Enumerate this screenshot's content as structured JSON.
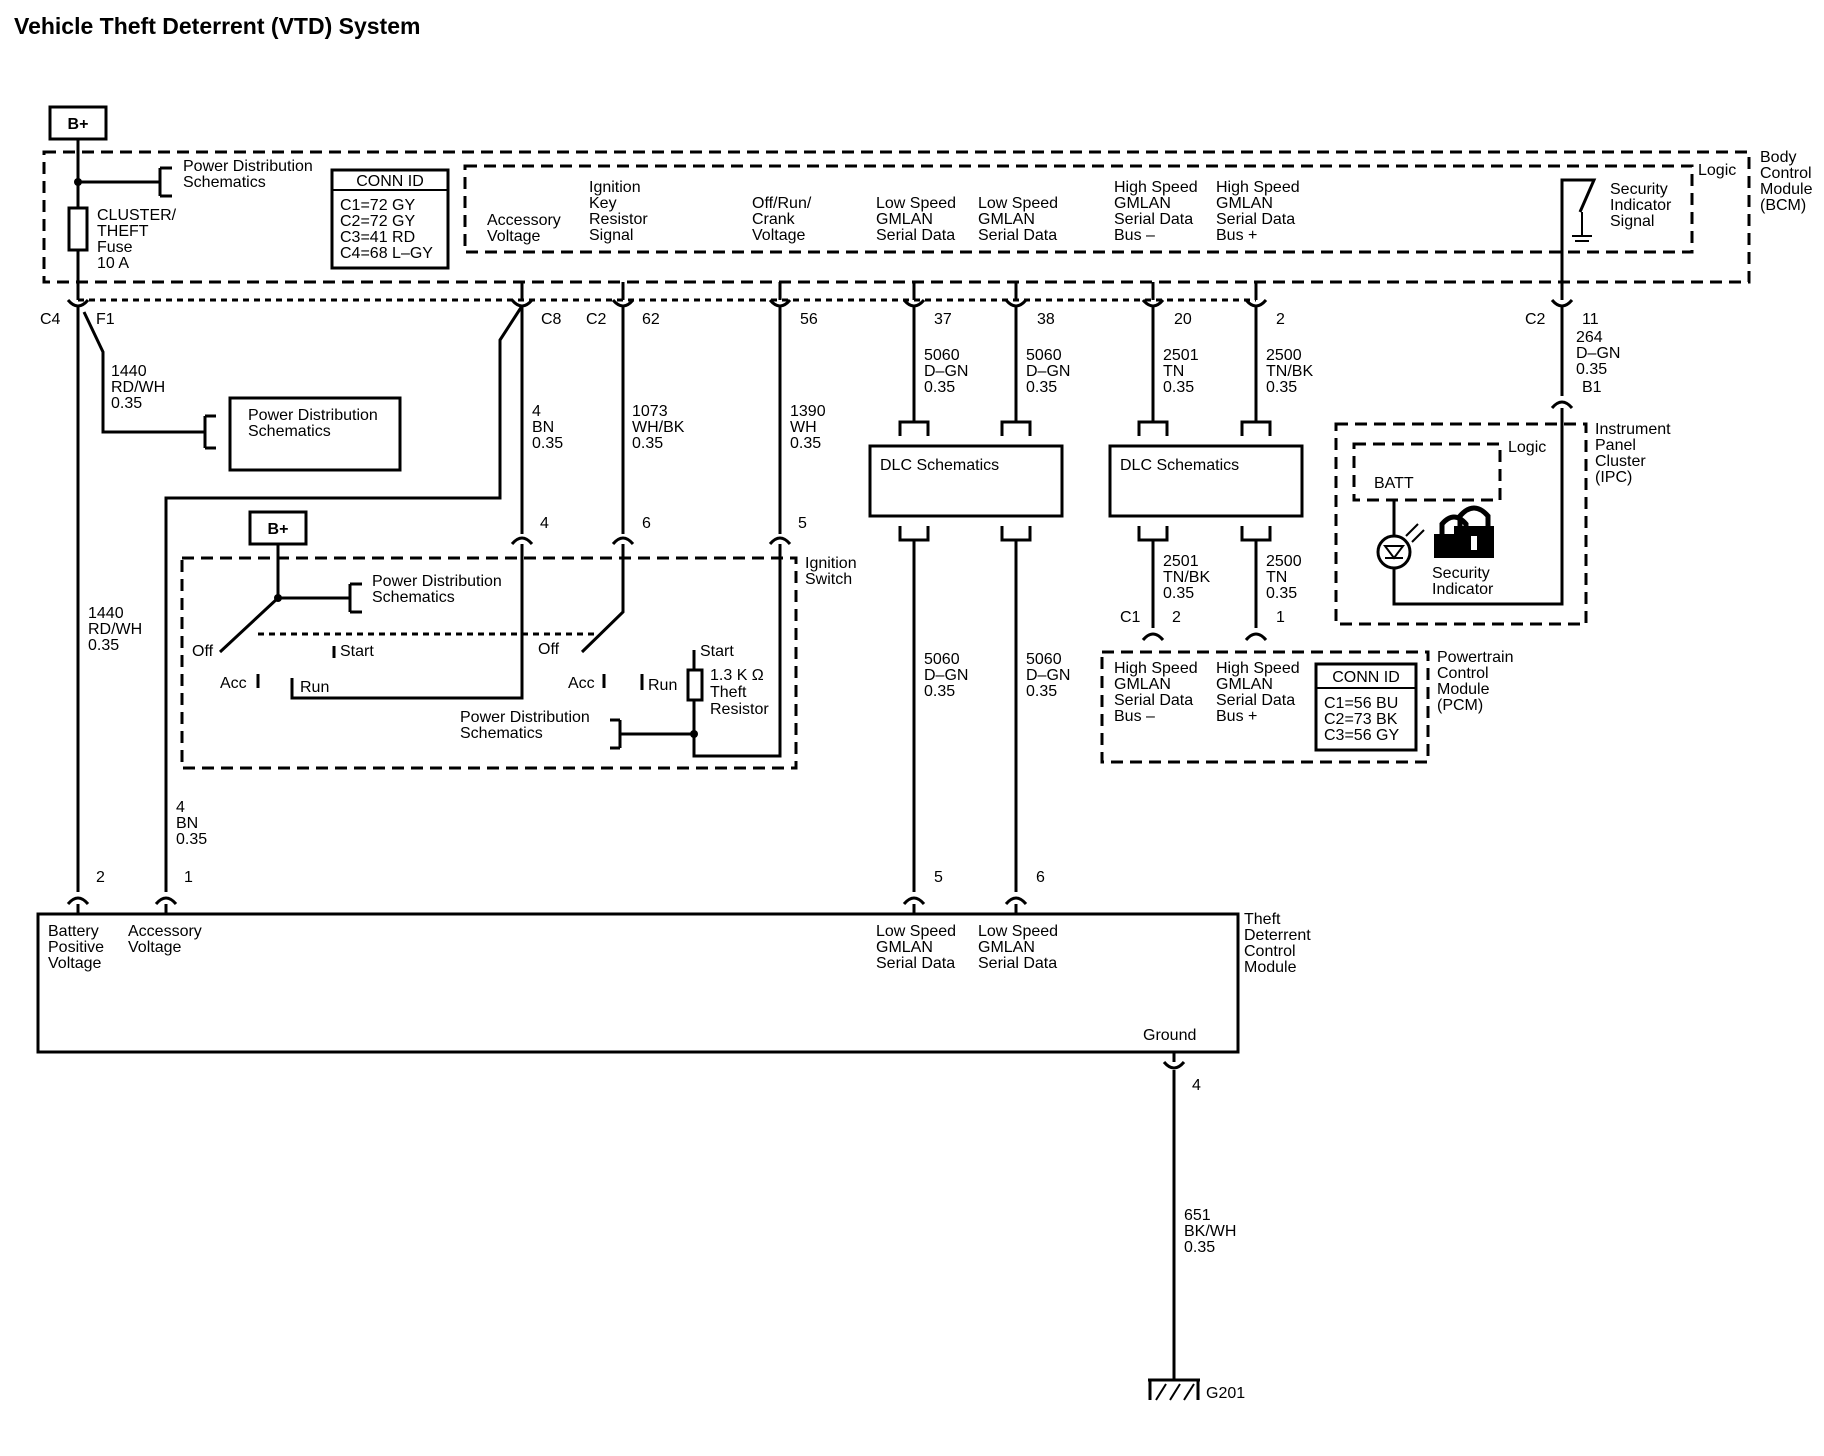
{
  "title": "Vehicle Theft Deterrent (VTD) System",
  "bplus": "B+",
  "bcm": {
    "name": [
      "Body",
      "Control",
      "Module",
      "(BCM)"
    ],
    "logic": "Logic",
    "pds": [
      "Power Distribution",
      "Schematics"
    ],
    "fuse": [
      "CLUSTER/",
      "THEFT",
      "Fuse",
      "10 A"
    ],
    "conn_title": "CONN ID",
    "conn": [
      "C1=72 GY",
      "C2=72 GY",
      "C3=41 RD",
      "C4=68 L–GY"
    ],
    "accessory": [
      "Accessory",
      "Voltage"
    ],
    "ignition_key": [
      "Ignition",
      "Key",
      "Resistor",
      "Signal"
    ],
    "offrun": [
      "Off/Run/",
      "Crank",
      "Voltage"
    ],
    "lsgm1": [
      "Low Speed",
      "GMLAN",
      "Serial Data"
    ],
    "lsgm2": [
      "Low Speed",
      "GMLAN",
      "Serial Data"
    ],
    "hsgm_minus": [
      "High Speed",
      "GMLAN",
      "Serial Data",
      "Bus –"
    ],
    "hsgm_plus": [
      "High Speed",
      "GMLAN",
      "Serial Data",
      "Bus +"
    ],
    "security": [
      "Security",
      "Indicator",
      "Signal"
    ]
  }
}
